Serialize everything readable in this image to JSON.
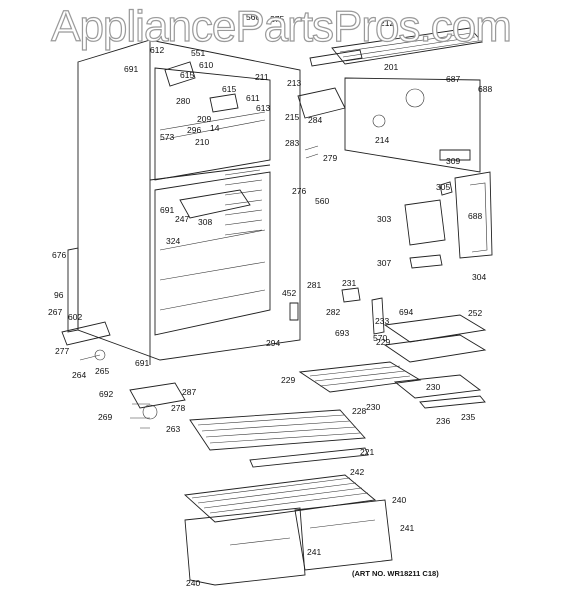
{
  "watermark": "AppliancePartsPros.com",
  "art_number": "(ART NO. WR18211 C18)",
  "callouts": [
    "560",
    "275",
    "212",
    "201",
    "687",
    "688",
    "213",
    "691",
    "612",
    "551",
    "615",
    "610",
    "211",
    "615",
    "611",
    "613",
    "280",
    "209",
    "14",
    "296",
    "573",
    "210",
    "215",
    "284",
    "283",
    "279",
    "214",
    "309",
    "276",
    "560",
    "305",
    "691",
    "247",
    "308",
    "324",
    "303",
    "688",
    "307",
    "304",
    "676",
    "96",
    "267",
    "602",
    "452",
    "281",
    "231",
    "282",
    "694",
    "252",
    "693",
    "233",
    "570",
    "229",
    "294",
    "277",
    "264",
    "265",
    "691",
    "229",
    "230",
    "230",
    "236",
    "235",
    "692",
    "287",
    "278",
    "228",
    "269",
    "263",
    "221",
    "242",
    "240",
    "241",
    "241",
    "240"
  ]
}
